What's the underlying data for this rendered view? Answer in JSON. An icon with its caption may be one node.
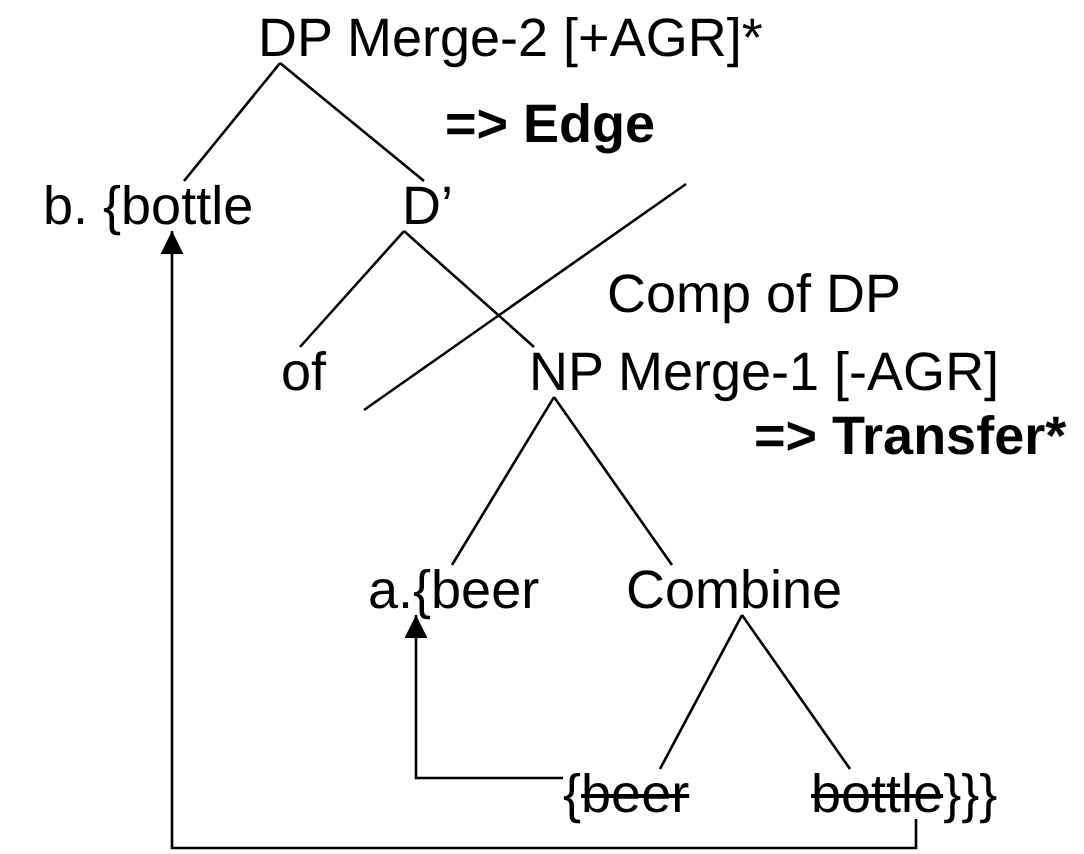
{
  "diagram": {
    "nodes": [
      {
        "text": [
          "DP Merge-2 [+AGR]*"
        ]
      },
      {
        "text": [
          "=>  Edge"
        ]
      },
      {
        "text": [
          "b. {bottle"
        ]
      },
      {
        "text": [
          "D’"
        ]
      },
      {
        "text": [
          "Comp of DP"
        ]
      },
      {
        "text": [
          "of"
        ]
      },
      {
        "text": [
          "NP Merge-1 [-AGR]"
        ]
      },
      {
        "text": [
          "=> Transfer*"
        ]
      },
      {
        "text": [
          "a.{beer"
        ]
      },
      {
        "text": [
          "Combine"
        ]
      },
      {
        "text": [
          "beer"
        ]
      },
      {
        "text": [
          "bottle"
        ]
      }
    ],
    "edges": [
      {
        "from": 0,
        "to": 2,
        "arrow": "none"
      },
      {
        "from": 0,
        "to": 3,
        "arrow": "none"
      },
      {
        "from": 3,
        "to": 5,
        "arrow": "none"
      },
      {
        "from": 3,
        "to": 6,
        "arrow": "none"
      },
      {
        "from": 6,
        "to": 8,
        "arrow": "none"
      },
      {
        "from": 6,
        "to": 9,
        "arrow": "none"
      },
      {
        "from": 9,
        "to": 10,
        "arrow": "none"
      },
      {
        "from": 9,
        "to": 11,
        "arrow": "none"
      },
      {
        "from": 10,
        "to": 8,
        "arrow": "to"
      },
      {
        "from": 11,
        "to": 2,
        "arrow": "to"
      }
    ],
    "labels": [
      "{",
      "}}}"
    ]
  }
}
